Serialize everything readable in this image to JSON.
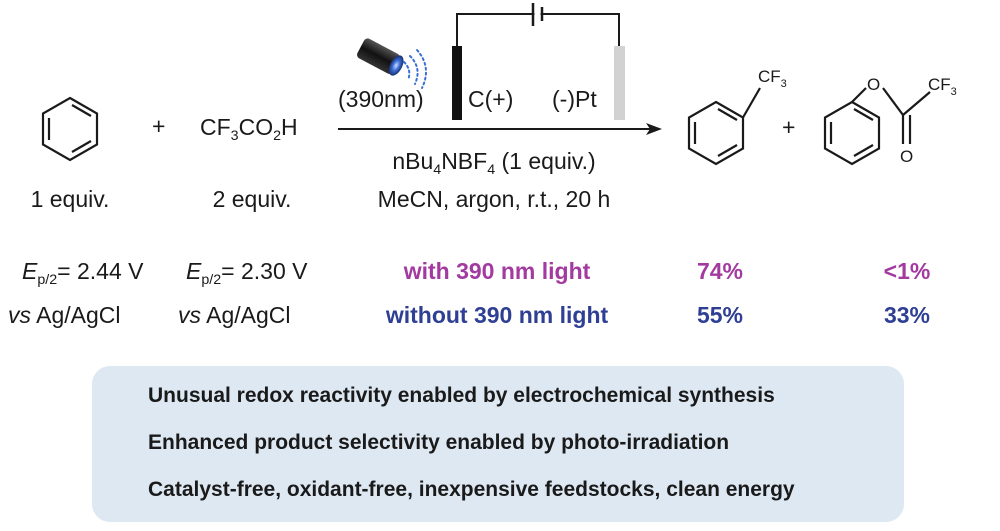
{
  "reactants": {
    "benzene": {
      "equiv": "1 equiv.",
      "potential_label": "E",
      "potential_sub": "p/2",
      "potential_value": "= 2.44 V",
      "reference_vs": "vs",
      "reference": " Ag/AgCl"
    },
    "plus_1": "+",
    "tfa": {
      "formula_a": "CF",
      "formula_sub1": "3",
      "formula_b": "CO",
      "formula_sub2": "2",
      "formula_c": "H",
      "equiv": "2 equiv.",
      "potential_label": "E",
      "potential_sub": "p/2",
      "potential_value": "= 2.30 V",
      "reference_vs": "vs",
      "reference": " Ag/AgCl"
    }
  },
  "setup": {
    "light_label": "(390nm)",
    "anode_label": "C(+)",
    "cathode_label": "(-)Pt"
  },
  "conditions": {
    "line1_a": "nBu",
    "line1_sub1": "4",
    "line1_b": "NBF",
    "line1_sub2": "4",
    "line1_c": " (1 equiv.)",
    "line2": "MeCN, argon, r.t., 20 h"
  },
  "products": {
    "p1_label_a": "CF",
    "p1_label_sub": "3",
    "plus_2": "+",
    "p2_o_label": "O",
    "p2_carbonyl_o": "O",
    "p2_cf3_a": "CF",
    "p2_cf3_sub": "3"
  },
  "results": {
    "row_light": {
      "label": "with 390 nm light",
      "yield_1": "74%",
      "yield_2": "<1%"
    },
    "row_dark": {
      "label": "without 390 nm light",
      "yield_1": "55%",
      "yield_2": "33%"
    }
  },
  "summary_points": [
    "Unusual redox reactivity enabled by electrochemical synthesis",
    "Enhanced product  selectivity enabled by photo-irradiation",
    "Catalyst-free, oxidant-free, inexpensive feedstocks, clean energy"
  ],
  "colors": {
    "light_row": "#a23aa0",
    "dark_row": "#2e3f94",
    "box_bg": "#dde8f3",
    "led_glow": "#3b6fd6"
  }
}
